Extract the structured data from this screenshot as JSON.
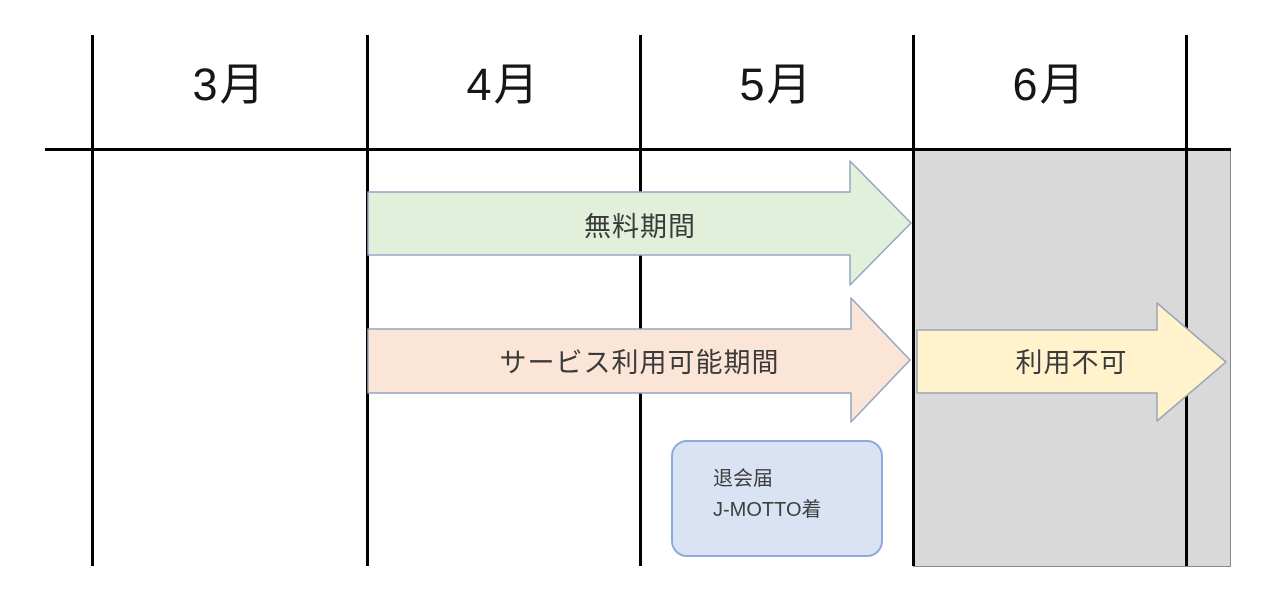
{
  "columns": [
    {
      "label": "3月"
    },
    {
      "label": "4月"
    },
    {
      "label": "5月"
    },
    {
      "label": "6月"
    }
  ],
  "arrows": {
    "free": {
      "label": "無料期間",
      "fill": "#e2efda",
      "border": "#93a5c1"
    },
    "service": {
      "label": "サービス利用可能期間",
      "fill": "#fbe5d6",
      "border": "#93a5c1"
    },
    "unavailable": {
      "label": "利用不可",
      "fill": "#fff2cc",
      "border": "#98a6b5"
    }
  },
  "note_box": {
    "line1": "退会届",
    "line2": "J-MOTTO着",
    "fill": "#dae3f3",
    "border": "#8eaadb"
  },
  "blocked_region": {
    "fill": "#d9d9d9",
    "border": "#7f8b99"
  },
  "grid": {
    "line_color": "#000000"
  }
}
